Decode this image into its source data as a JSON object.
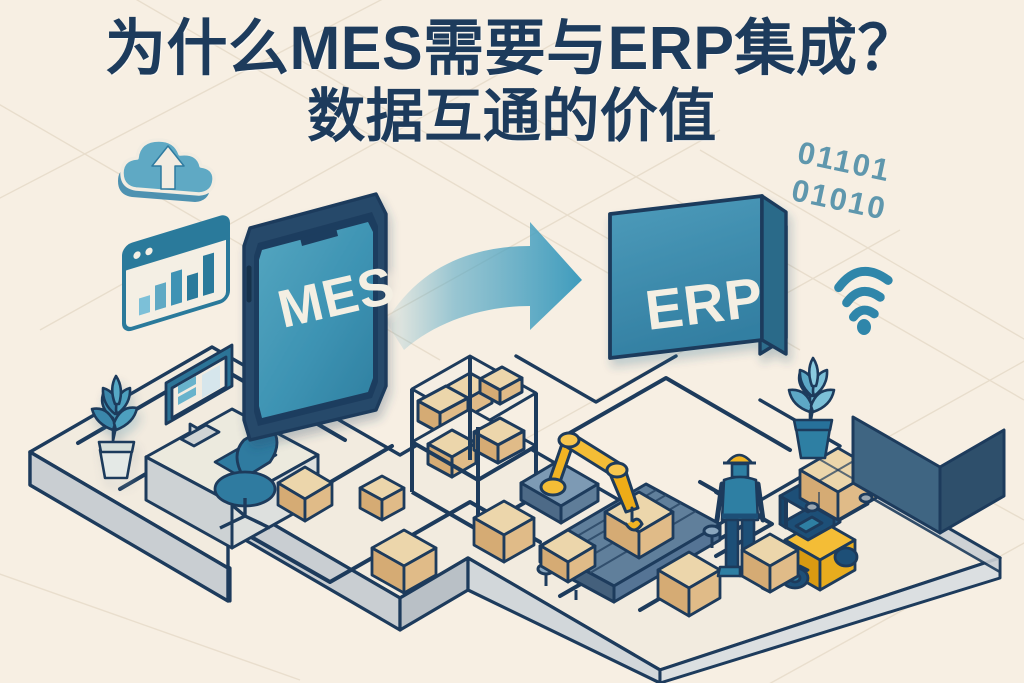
{
  "background": {
    "color": "#f7efe3",
    "floor_line_color": "#1d3b5c"
  },
  "palette": {
    "navy": "#1d3b5c",
    "teal": "#3d8fb0",
    "teal_light": "#68b3cc",
    "teal_dark": "#2c6f8c",
    "cream": "#f7efe3",
    "cardboard": "#d5ab74",
    "cardboard_light": "#e3c493",
    "cardboard_top": "#ecd6ab",
    "amber": "#f0b323",
    "amber_dark": "#d99a11",
    "floor_gray": "#c9ced2",
    "floor_top": "#f2ebdf",
    "steel_blue": "#4a6d8c",
    "white_ish": "#f4efe6"
  },
  "title": {
    "line1": "为什么MES需要与ERP集成？",
    "line2": "数据互通的价值",
    "color": "#1d3b5c"
  },
  "binary_decor": {
    "line1": "01101",
    "line2": "01010",
    "color": "#5f97ad"
  },
  "icons": {
    "cloud": {
      "name": "cloud-upload-icon",
      "label": "cloud upload"
    },
    "chart_window": {
      "name": "chart-window-icon",
      "label": "bar chart window",
      "bars": [
        18,
        30,
        40,
        52,
        64
      ]
    },
    "wifi": {
      "name": "wifi-icon",
      "label": "wireless signal",
      "arcs": 3
    }
  },
  "panels": {
    "mes": {
      "label": "MES",
      "type": "smartphone",
      "screen_color": "#3d96b5",
      "frame_color": "#27486a"
    },
    "erp": {
      "label": "ERP",
      "type": "isometric-slab",
      "face_color": "#3d8fb0",
      "edge_color": "#1d3b5c"
    }
  },
  "flow_arrow": {
    "name": "mes-to-erp-arrow",
    "from": "MES",
    "to": "ERP",
    "color": "#4ba3c3",
    "direction": "right"
  },
  "factory": {
    "workstation": {
      "label": "office desk with monitor, keyboard and chair"
    },
    "plants": [
      {
        "label": "desk plant"
      },
      {
        "label": "dock plant"
      }
    ],
    "shelving": {
      "label": "storage rack",
      "shelves": 2,
      "boxes": 6
    },
    "robot_arm": {
      "label": "robotic arm",
      "color": "#f0b323"
    },
    "conveyor": {
      "label": "conveyor belt",
      "boxes": 2
    },
    "worker": {
      "label": "worker with hard hat",
      "helmet_color": "#f0b323",
      "shirt_color": "#2e7fa3"
    },
    "forklift": {
      "label": "forklift",
      "body_color": "#f0b323",
      "cab_color": "#1d4f77",
      "carrying": "box"
    },
    "pallet": {
      "label": "pallet stack",
      "boxes": 4
    },
    "dock_door": {
      "label": "loading dock doorway"
    },
    "floor_boxes": 7
  }
}
